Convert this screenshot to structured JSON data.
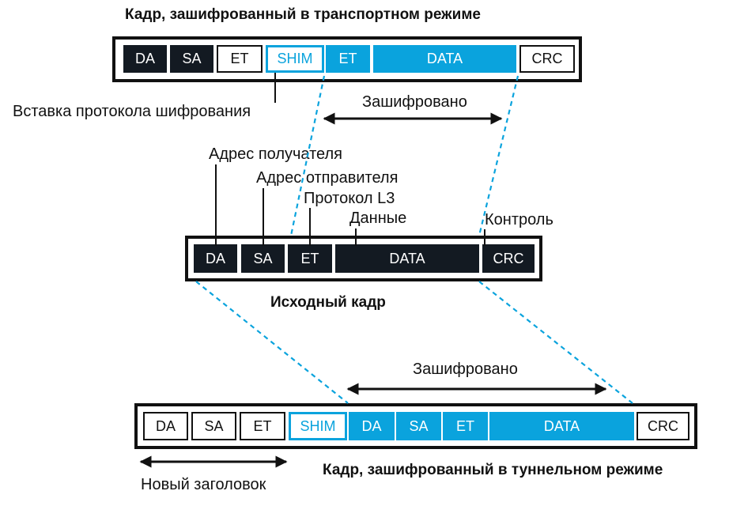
{
  "transport": {
    "title": "Кадр, зашифрованный в транспортном режиме",
    "cells": [
      "DA",
      "SA",
      "ET",
      "SHIM",
      "ET",
      "DATA",
      "CRC"
    ],
    "encrypted_label": "Зашифровано",
    "shim_note": "Вставка протокола шифрования"
  },
  "original": {
    "title": "Исходный кадр",
    "cells": [
      "DA",
      "SA",
      "ET",
      "DATA",
      "CRC"
    ],
    "annotations": {
      "dest": "Адрес получателя",
      "src": "Адрес отправителя",
      "proto": "Протокол L3",
      "data": "Данные",
      "control": "Контроль"
    }
  },
  "tunnel": {
    "title": "Кадр, зашифрованный в туннельном режиме",
    "cells": [
      "DA",
      "SA",
      "ET",
      "SHIM",
      "DA",
      "SA",
      "ET",
      "DATA",
      "CRC"
    ],
    "encrypted_label": "Зашифровано",
    "new_header": "Новый заголовок"
  },
  "colors": {
    "dark": "#131a22",
    "accent": "#0aa3dd",
    "line": "#111111"
  }
}
